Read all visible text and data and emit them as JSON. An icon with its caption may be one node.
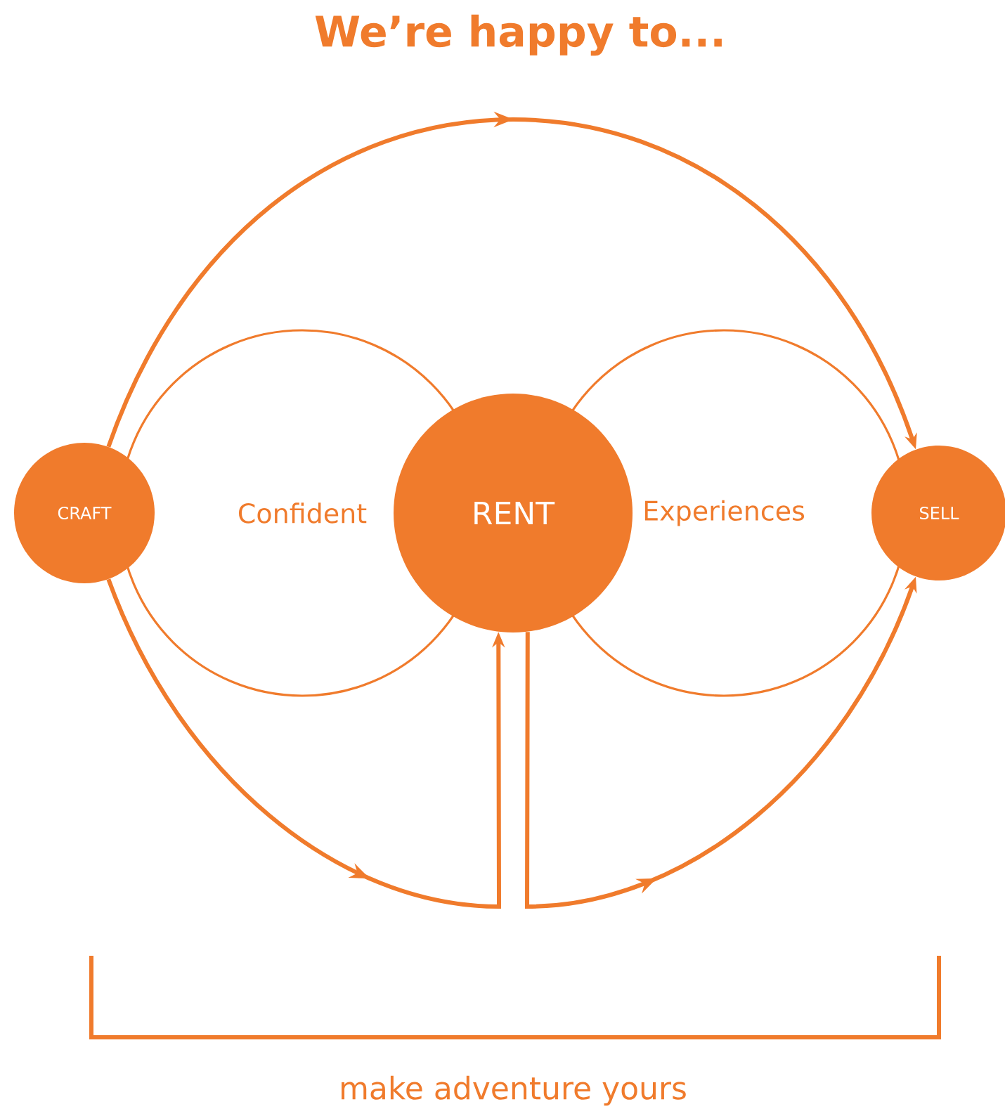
{
  "diagram": {
    "title": "We’re happy to...",
    "nodes": [
      {
        "text": [
          "CRAFT"
        ]
      },
      {
        "text": [
          "Confident"
        ]
      },
      {
        "text": [
          "RENT"
        ]
      },
      {
        "text": [
          "Experiences"
        ]
      },
      {
        "text": [
          "SELL"
        ]
      }
    ],
    "edges": [
      {
        "from": 0,
        "to": 4,
        "arrow": "to"
      },
      {
        "from": 0,
        "to": 2,
        "arrow": "to"
      },
      {
        "from": 2,
        "to": 4,
        "arrow": "to"
      }
    ],
    "labels": [
      "make adventure yours"
    ]
  }
}
